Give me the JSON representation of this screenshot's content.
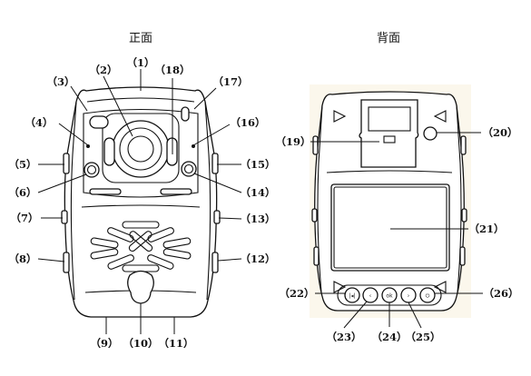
{
  "titles": {
    "front": "正面",
    "back": "背面"
  },
  "callouts": [
    {
      "id": 1,
      "text": "（1）"
    },
    {
      "id": 2,
      "text": "（2）"
    },
    {
      "id": 3,
      "text": "（3）"
    },
    {
      "id": 4,
      "text": "（4）"
    },
    {
      "id": 5,
      "text": "（5）"
    },
    {
      "id": 6,
      "text": "（6）"
    },
    {
      "id": 7,
      "text": "（7）"
    },
    {
      "id": 8,
      "text": "（8）"
    },
    {
      "id": 9,
      "text": "（9）"
    },
    {
      "id": 10,
      "text": "（10）"
    },
    {
      "id": 11,
      "text": "（11）"
    },
    {
      "id": 12,
      "text": "（12）"
    },
    {
      "id": 13,
      "text": "（13）"
    },
    {
      "id": 14,
      "text": "（14）"
    },
    {
      "id": 15,
      "text": "（15）"
    },
    {
      "id": 16,
      "text": "（16）"
    },
    {
      "id": 17,
      "text": "（17）"
    },
    {
      "id": 18,
      "text": "（18）"
    },
    {
      "id": 19,
      "text": "（19）"
    },
    {
      "id": 20,
      "text": "（20）"
    },
    {
      "id": 21,
      "text": "（21）"
    },
    {
      "id": 22,
      "text": "（22）"
    },
    {
      "id": 23,
      "text": "（23）"
    },
    {
      "id": 24,
      "text": "（24）"
    },
    {
      "id": 25,
      "text": "（25）"
    },
    {
      "id": 26,
      "text": "（26）"
    }
  ],
  "back_buttons": [
    {
      "glyph": "|◂|"
    },
    {
      "glyph": "‹"
    },
    {
      "glyph": "ok"
    },
    {
      "glyph": "›"
    },
    {
      "glyph": "⏻"
    }
  ],
  "colors": {
    "line": "#111111",
    "screen_back": "#fcf8ee",
    "paper": "#ffffff"
  }
}
